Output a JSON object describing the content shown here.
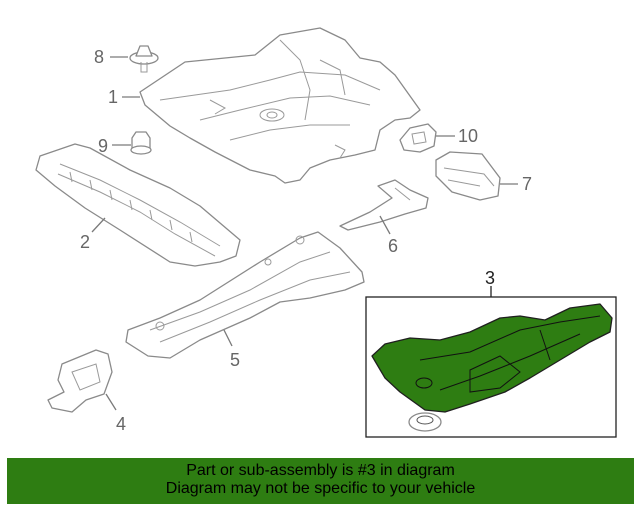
{
  "diagram": {
    "callouts": [
      "1",
      "2",
      "3",
      "4",
      "5",
      "6",
      "7",
      "8",
      "9",
      "10"
    ],
    "highlight_color": "#2e7d12"
  },
  "banner": {
    "line1": "Part or sub-assembly is #3 in diagram",
    "line2": "Diagram may not be specific to your vehicle",
    "background": "#2e7d12"
  }
}
